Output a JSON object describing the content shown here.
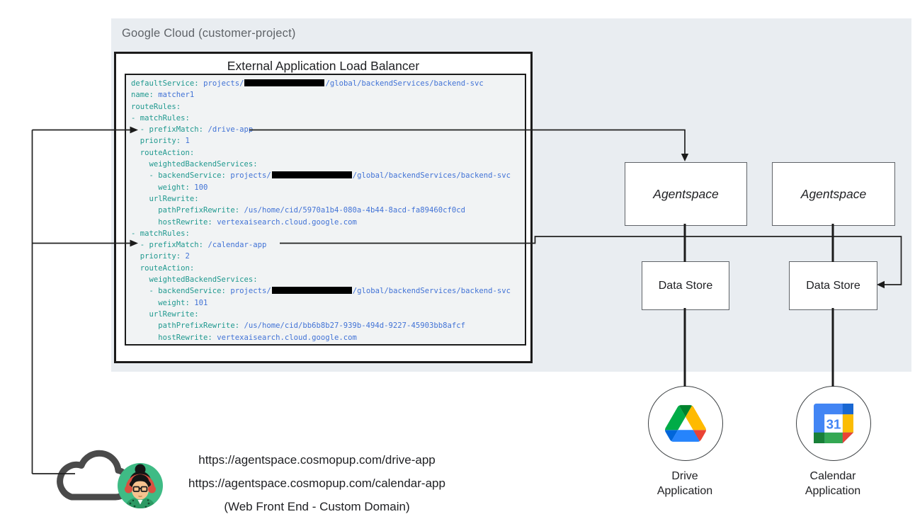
{
  "region": {
    "label": "Google Cloud (customer-project)"
  },
  "load_balancer": {
    "title": "External Application Load Balancer",
    "code": {
      "lines": [
        [
          [
            "k",
            "defaultService: "
          ],
          [
            "v",
            "projects/"
          ],
          [
            "bar",
            "113"
          ],
          [
            "v",
            "/global/backendServices/backend-svc"
          ]
        ],
        [
          [
            "k",
            "name: "
          ],
          [
            "v",
            "matcher1"
          ]
        ],
        [
          [
            "k",
            "routeRules:"
          ]
        ],
        [
          [
            "k",
            "- matchRules:"
          ]
        ],
        [
          [
            "k",
            "  - prefixMatch: "
          ],
          [
            "v",
            "/drive-app"
          ]
        ],
        [
          [
            "k",
            "  priority: "
          ],
          [
            "v",
            "1"
          ]
        ],
        [
          [
            "k",
            "  routeAction:"
          ]
        ],
        [
          [
            "k",
            "    weightedBackendServices:"
          ]
        ],
        [
          [
            "k",
            "    - backendService: "
          ],
          [
            "v",
            "projects/"
          ],
          [
            "bar",
            "113"
          ],
          [
            "v",
            "/global/backendServices/backend-svc"
          ]
        ],
        [
          [
            "k",
            "      weight: "
          ],
          [
            "v",
            "100"
          ]
        ],
        [
          [
            "k",
            "    urlRewrite:"
          ]
        ],
        [
          [
            "k",
            "      pathPrefixRewrite: "
          ],
          [
            "v",
            "/us/home/cid/5970a1b4-080a-4b44-8acd-fa89460cf0cd"
          ]
        ],
        [
          [
            "k",
            "      hostRewrite: "
          ],
          [
            "v",
            "vertexaisearch.cloud.google.com"
          ]
        ],
        [
          [
            "k",
            "- matchRules:"
          ]
        ],
        [
          [
            "k",
            "  - prefixMatch: "
          ],
          [
            "v",
            "/calendar-app"
          ]
        ],
        [
          [
            "k",
            "  priority: "
          ],
          [
            "v",
            "2"
          ]
        ],
        [
          [
            "k",
            "  routeAction:"
          ]
        ],
        [
          [
            "k",
            "    weightedBackendServices:"
          ]
        ],
        [
          [
            "k",
            "    - backendService: "
          ],
          [
            "v",
            "projects/"
          ],
          [
            "bar",
            "113"
          ],
          [
            "v",
            "/global/backendServices/backend-svc"
          ]
        ],
        [
          [
            "k",
            "      weight: "
          ],
          [
            "v",
            "101"
          ]
        ],
        [
          [
            "k",
            "    urlRewrite:"
          ]
        ],
        [
          [
            "k",
            "      pathPrefixRewrite: "
          ],
          [
            "v",
            "/us/home/cid/bb6b8b27-939b-494d-9227-45903bb8afcf"
          ]
        ],
        [
          [
            "k",
            "      hostRewrite: "
          ],
          [
            "v",
            "vertexaisearch.cloud.google.com"
          ]
        ]
      ]
    }
  },
  "nodes": {
    "agentspace1": {
      "label": "Agentspace"
    },
    "agentspace2": {
      "label": "Agentspace"
    },
    "datastore1": {
      "label": "Data Store"
    },
    "datastore2": {
      "label": "Data Store"
    }
  },
  "apps": {
    "drive": {
      "label_line1": "Drive",
      "label_line2": "Application",
      "icon": "google-drive-logo"
    },
    "calendar": {
      "label_line1": "Calendar",
      "label_line2": "Application",
      "icon": "google-calendar-logo",
      "calendar_day": "31"
    }
  },
  "frontend": {
    "url_drive": "https://agentspace.cosmopup.com/drive-app",
    "url_calendar": "https://agentspace.cosmopup.com/calendar-app",
    "caption": "(Web Front End - Custom Domain)",
    "icons": [
      "cloud-icon",
      "user-avatar"
    ]
  },
  "colors": {
    "region_bg": "#e9edf1",
    "code_bg": "#f1f3f4",
    "token_key": "#20998f",
    "token_value": "#4273d6",
    "line": "#212121",
    "drive_logo": [
      "#0066da",
      "#00ac47",
      "#ea4335",
      "#00832d",
      "#2684fc",
      "#ffba00"
    ],
    "calendar_logo": [
      "#4285f4",
      "#1967d2",
      "#fbbc04",
      "#34a853",
      "#188038",
      "#ea4335"
    ]
  }
}
